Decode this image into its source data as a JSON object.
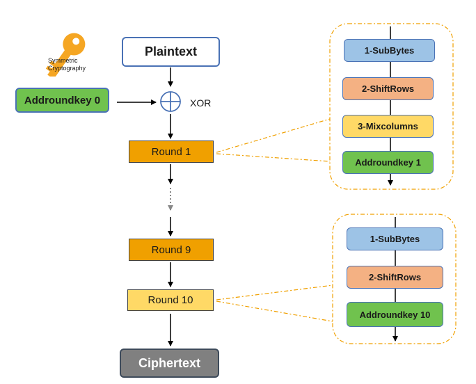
{
  "flow": {
    "plaintext": "Plaintext",
    "addroundkey0": "Addroundkey 0",
    "xor_label": "XOR",
    "round1": "Round 1",
    "round9": "Round 9",
    "round10": "Round 10",
    "ciphertext": "Ciphertext"
  },
  "round1_detail": {
    "steps": [
      "1-SubBytes",
      "2-ShiftRows",
      "3-Mixcolumns",
      "Addroundkey 1"
    ]
  },
  "round10_detail": {
    "steps": [
      "1-SubBytes",
      "2-ShiftRows",
      "Addroundkey 10"
    ]
  },
  "logo": {
    "line1": "Symmetric",
    "line2": "Cryptography",
    "icon": "key-icon"
  },
  "colors": {
    "round": "#f0a000",
    "round10": "#ffd966",
    "subbytes": "#9dc3e6",
    "shiftrows": "#f4b183",
    "mixcolumns": "#ffd966",
    "addroundkey": "#70c24e",
    "ciphertext": "#808080",
    "dashed_outline": "#f0a000",
    "key": "#f5a623"
  }
}
